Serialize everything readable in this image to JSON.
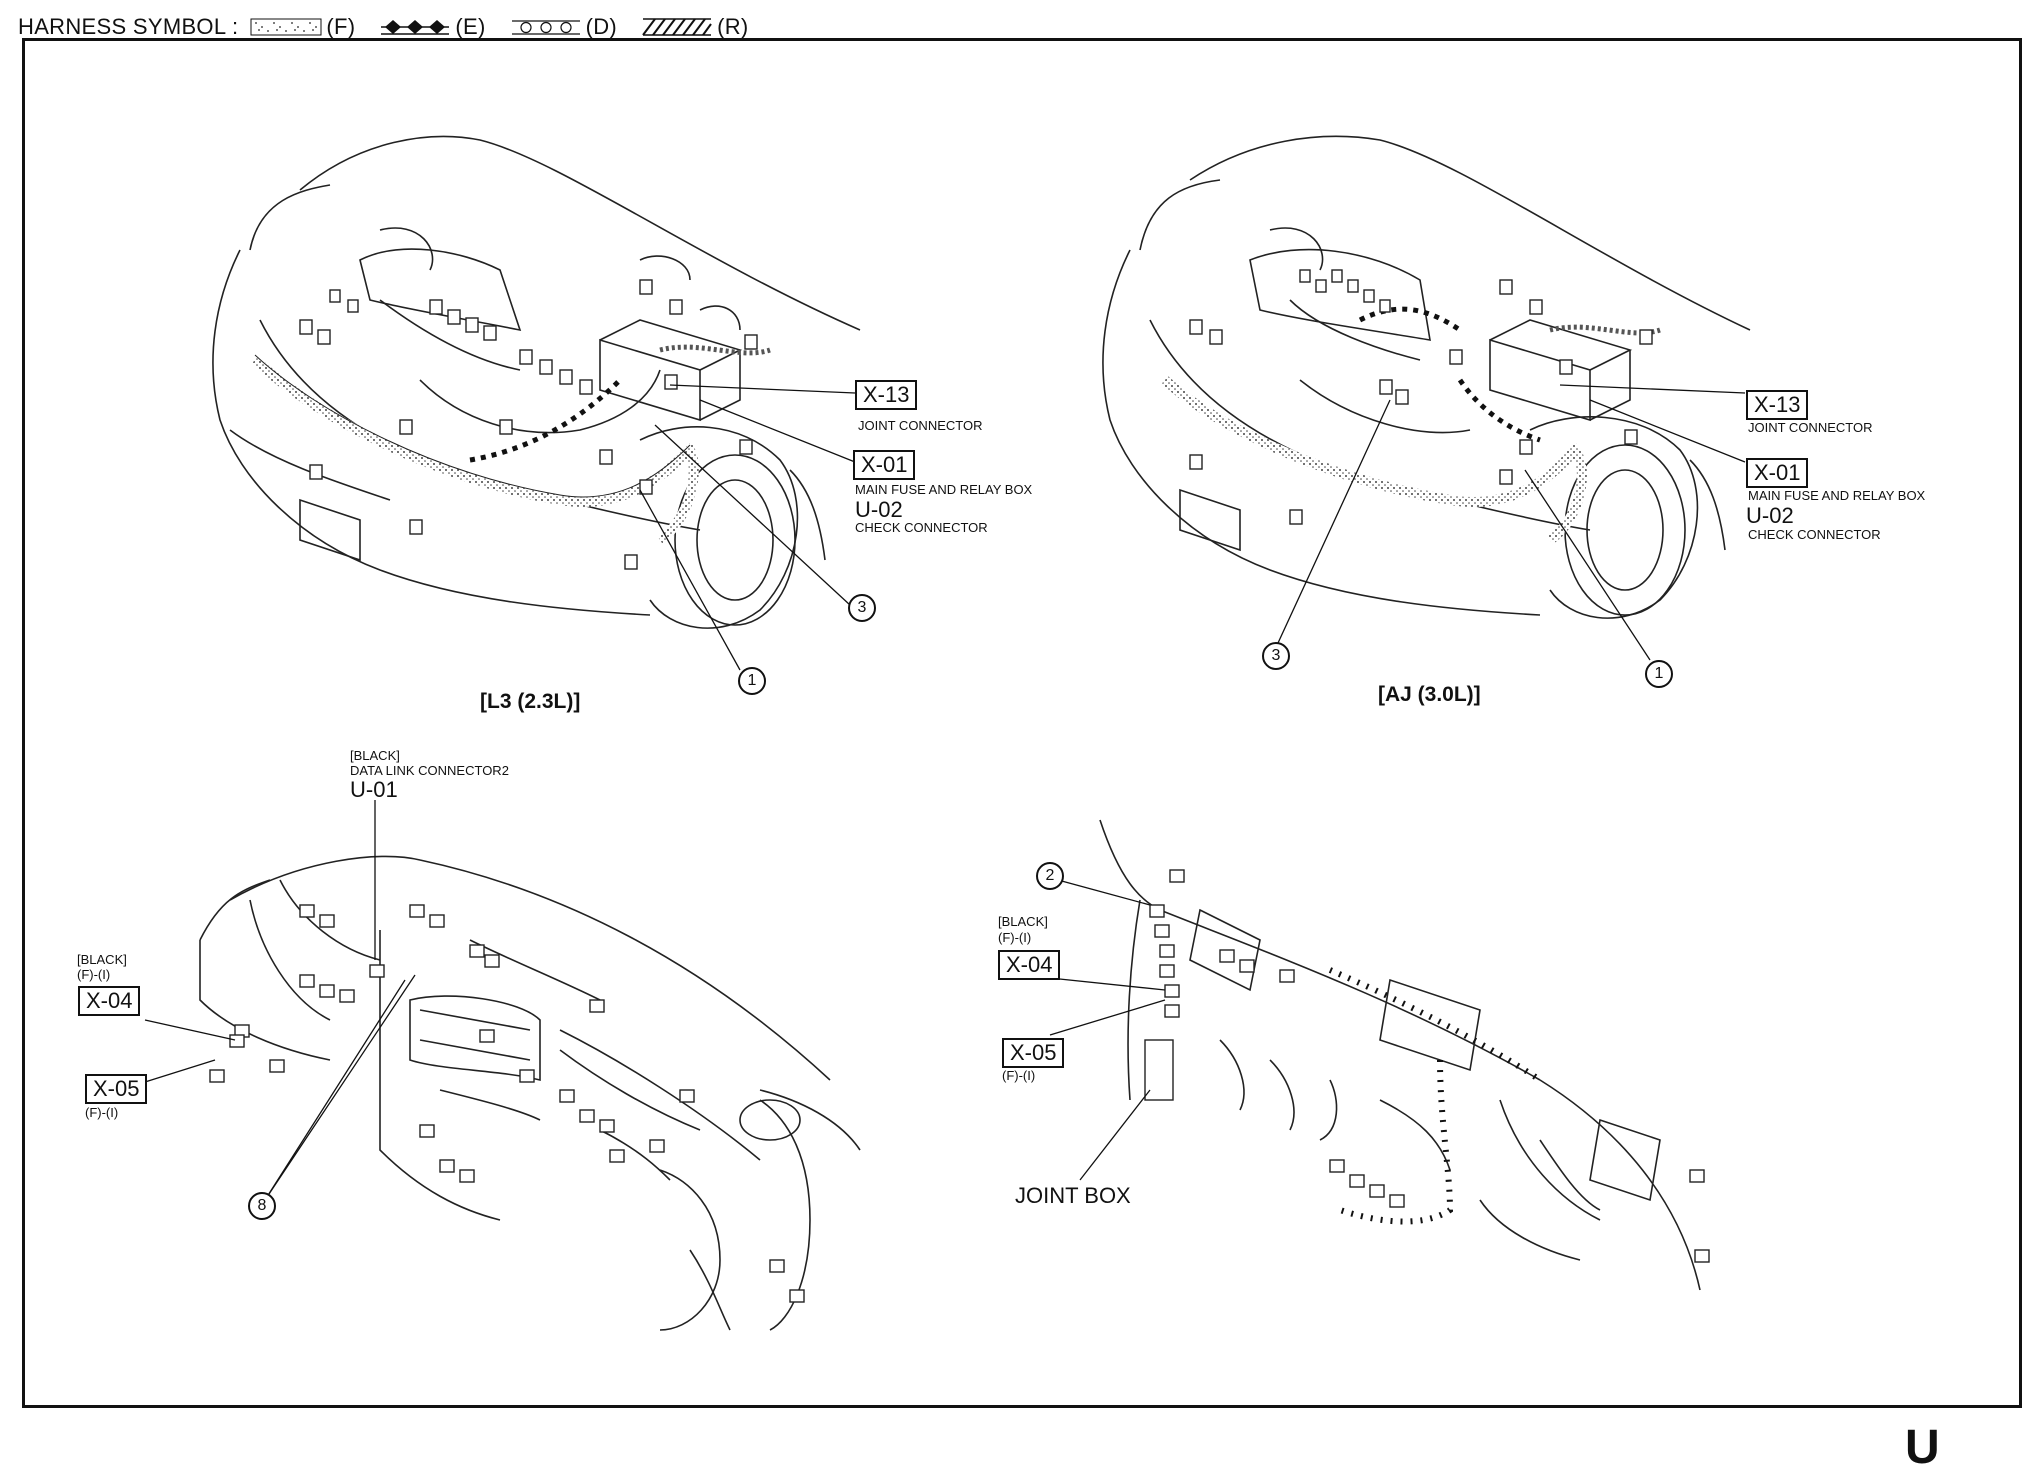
{
  "legend": {
    "label": "HARNESS SYMBOL :",
    "items": [
      {
        "code": "(F)",
        "symbol": "dotted-band-icon"
      },
      {
        "code": "(E)",
        "symbol": "diamond-chain-icon"
      },
      {
        "code": "(D)",
        "symbol": "circle-chain-icon"
      },
      {
        "code": "(R)",
        "symbol": "hatched-band-icon"
      }
    ]
  },
  "engine_l3": {
    "title": "[L3 (2.3L)]",
    "x13": {
      "id": "X-13",
      "desc": "JOINT CONNECTOR"
    },
    "x01": {
      "id": "X-01",
      "desc": "MAIN FUSE AND RELAY BOX"
    },
    "u02": {
      "id": "U-02",
      "desc": "CHECK CONNECTOR"
    },
    "callout_3": "3",
    "callout_1": "1"
  },
  "engine_aj": {
    "title": "[AJ (3.0L)]",
    "x13": {
      "id": "X-13",
      "desc": "JOINT CONNECTOR"
    },
    "x01": {
      "id": "X-01",
      "desc": "MAIN FUSE AND RELAY BOX"
    },
    "u02": {
      "id": "U-02",
      "desc": "CHECK CONNECTOR"
    },
    "callout_3": "3",
    "callout_1": "1"
  },
  "dash_left": {
    "u01_color": "[BLACK]",
    "u01_desc": "DATA LINK CONNECTOR2",
    "u01_id": "U-01",
    "x04_color": "[BLACK]",
    "x04_code": "(F)-(I)",
    "x04_id": "X-04",
    "x05_id": "X-05",
    "x05_code": "(F)-(I)",
    "callout_8": "8"
  },
  "dash_right": {
    "callout_2": "2",
    "x04_color": "[BLACK]",
    "x04_code": "(F)-(I)",
    "x04_id": "X-04",
    "x05_id": "X-05",
    "x05_code": "(F)-(I)",
    "joint_box": "JOINT BOX"
  },
  "page_letter": "U"
}
